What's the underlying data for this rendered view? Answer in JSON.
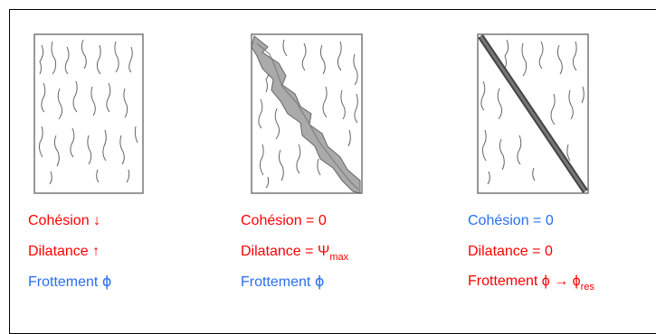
{
  "panels": [
    {
      "lines": [
        {
          "text": "Cohésion",
          "suffix": "↓",
          "color": "#ff0000"
        },
        {
          "text": "Dilatance",
          "suffix": "↑",
          "color": "#ff0000"
        },
        {
          "text": "Frottement",
          "suffix": "ϕ",
          "color": "#2a6ef0"
        }
      ]
    },
    {
      "lines": [
        {
          "text": "Cohésion = 0",
          "color": "#ff0000"
        },
        {
          "text": "Dilatance = Ψ",
          "sub": "max",
          "color": "#ff0000"
        },
        {
          "text": "Frottement",
          "suffix": "ϕ",
          "color": "#2a6ef0"
        }
      ]
    },
    {
      "lines": [
        {
          "text": "Cohésion = 0",
          "color": "#2a6ef0"
        },
        {
          "text": "Dilatance = 0",
          "color": "#ff0000"
        },
        {
          "text": "Frottement  ϕ → ϕ",
          "sub": "res",
          "color": "#ff0000"
        }
      ]
    }
  ],
  "colors": {
    "frame": "#000000",
    "sample_border": "#777777",
    "crack": "#666666",
    "shear_zone": "#aaaaaa",
    "residual_band": "#555555"
  }
}
